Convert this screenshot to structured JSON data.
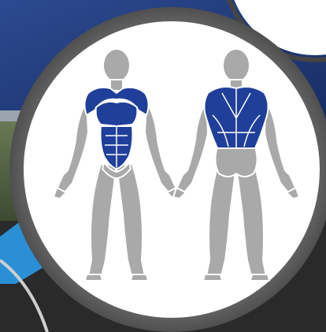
{
  "colors": {
    "highlight": "#1f3f9a",
    "highlight_dark": "#132a72",
    "muscle": "#a9a9a9",
    "muscle_shade": "#8f8f8f",
    "outline": "#ffffff",
    "ring": "#6f6f6f",
    "disc": "#ffffff",
    "bg_blue": "#223c7c",
    "accent_blue": "#2b8fd6",
    "bg_dark": "#2b2b2b"
  },
  "figures": {
    "front": {
      "view": "front",
      "highlighted_muscles": [
        "chest",
        "shoulders",
        "abdominals",
        "obliques"
      ]
    },
    "back": {
      "view": "back",
      "highlighted_muscles": [
        "trapezius",
        "rear-deltoids",
        "latissimus-dorsi",
        "rhomboids",
        "lower-back"
      ]
    }
  }
}
